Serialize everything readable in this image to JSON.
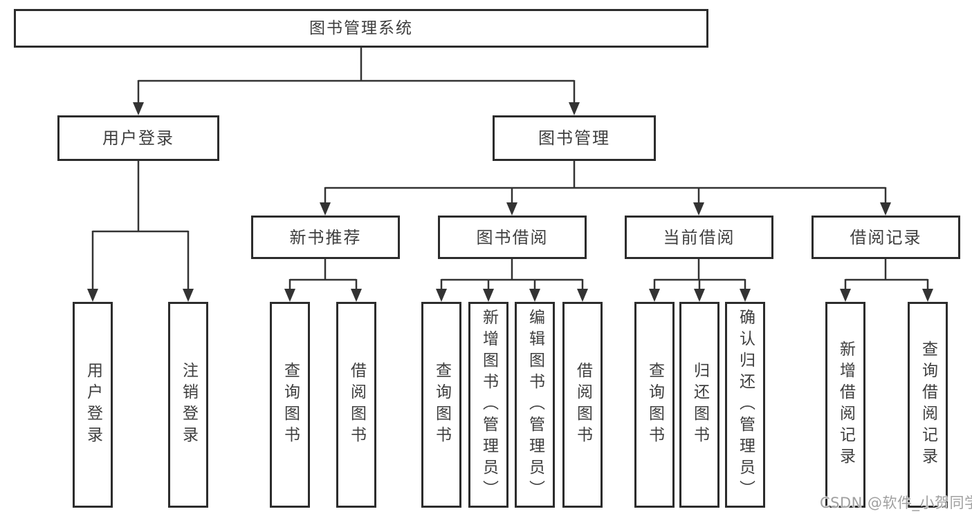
{
  "diagram": {
    "root": "图书管理系统",
    "level2": [
      "用户登录",
      "图书管理"
    ],
    "level3": [
      "新书推荐",
      "图书借阅",
      "当前借阅",
      "借阅记录"
    ],
    "leaves_user_login": [
      "用户登录",
      "注销登录"
    ],
    "leaves_new_book": [
      "查询图书",
      "借阅图书"
    ],
    "leaves_book_borrow": [
      "查询图书",
      "新增图书（管理员）",
      "编辑图书（管理员）",
      "借阅图书"
    ],
    "leaves_current_borrow": [
      "查询图书",
      "归还图书",
      "确认归还（管理员）"
    ],
    "leaves_borrow_records": [
      "新增借阅记录",
      "查询借阅记录"
    ]
  },
  "watermark": {
    "text": "CSDN @软件_小贺同学"
  },
  "colors": {
    "background": "#ffffff",
    "box_border": "#2c2c2c",
    "line": "#333333",
    "text": "#3e3e3e",
    "watermark": "#a0a0a0"
  }
}
